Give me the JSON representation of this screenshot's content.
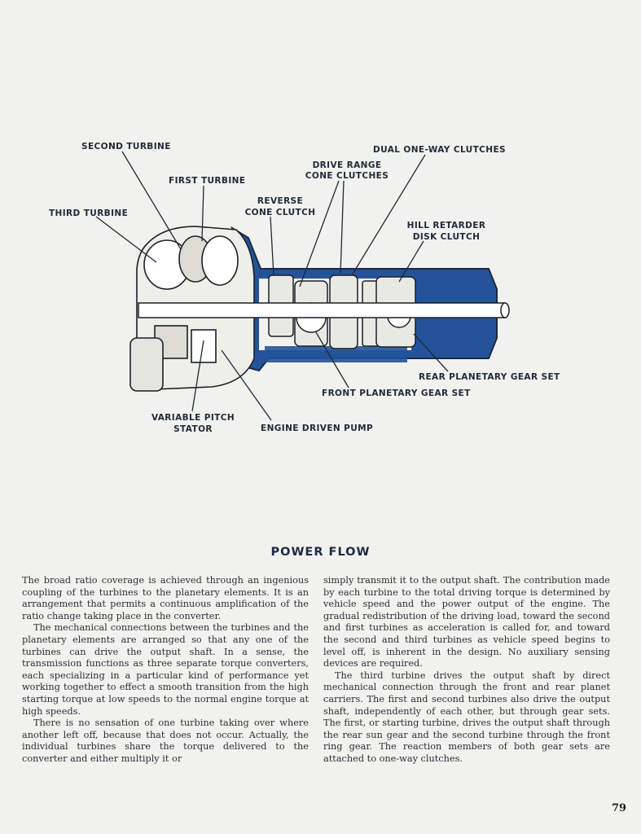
{
  "figure": {
    "labels": {
      "second_turbine": "SECOND TURBINE",
      "first_turbine": "FIRST TURBINE",
      "third_turbine": "THIRD TURBINE",
      "drive_range_1": "DRIVE RANGE",
      "drive_range_2": "CONE CLUTCHES",
      "dual_one_way": "DUAL ONE-WAY CLUTCHES",
      "reverse_1": "REVERSE",
      "reverse_2": "CONE CLUTCH",
      "hill_retarder_1": "HILL RETARDER",
      "hill_retarder_2": "DISK CLUTCH",
      "rear_planetary": "REAR PLANETARY GEAR SET",
      "front_planetary": "FRONT PLANETARY GEAR SET",
      "stator_1": "VARIABLE PITCH",
      "stator_2": "STATOR",
      "pump": "ENGINE DRIVEN PUMP"
    },
    "colors": {
      "blue": "#24539a",
      "ink": "#1f2a3a",
      "paper": "#f1f1ee"
    }
  },
  "section": {
    "title": "POWER FLOW"
  },
  "body": {
    "left": [
      "The broad ratio coverage is achieved through an ingenious coupling of the turbines to the planetary elements. It is an arrangement that permits a continuous amplification of the ratio change taking place in the converter.",
      "The mechanical connections between the turbines and the planetary elements are arranged so that any one of the turbines can drive the output shaft. In a sense, the transmission functions as three separate torque converters, each specializing in a particular kind of performance yet working together to effect a smooth transition from the high starting torque at low speeds to the normal engine torque at high speeds.",
      "There is no sensation of one turbine taking over where another left off, because that does not occur. Actually, the individual turbines share the torque delivered to the converter and either multiply it or"
    ],
    "right": [
      "simply transmit it to the output shaft. The contribution made by each turbine to the total driving torque is determined by vehicle speed and the power output of the engine. The gradual redistribution of the driving load, toward the second and first turbines as acceleration is called for, and toward the second and third turbines as vehicle speed begins to level off, is inherent in the design. No auxiliary sensing devices are required.",
      "The third turbine drives the output shaft by direct mechanical connection through the front and rear planet carriers. The first and second turbines also drive the output shaft, independently of each other, but through gear sets. The first, or starting turbine, drives the output shaft through the rear sun gear and the second turbine through the front ring gear. The reaction members of both gear sets are attached to one-way clutches."
    ]
  },
  "page": {
    "number": "79"
  }
}
